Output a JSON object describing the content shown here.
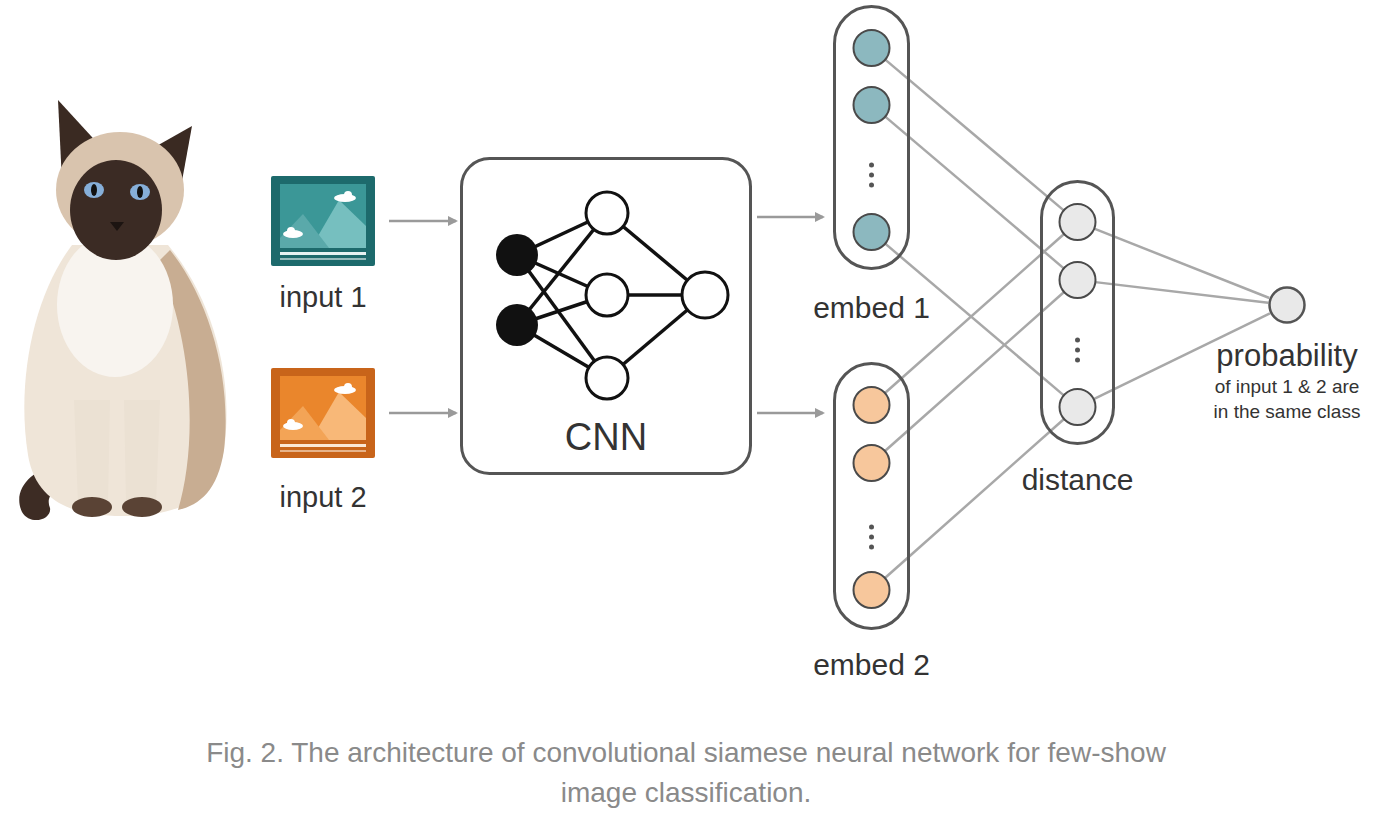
{
  "diagram": {
    "caption": "Fig. 2. The architecture of convolutional siamese neural network for few-show image classification.",
    "nodes": [
      {
        "text": [
          "input 1"
        ]
      },
      {
        "text": [
          "input 2"
        ]
      },
      {
        "text": [
          "CNN"
        ]
      },
      {
        "text": [
          "embed 1"
        ]
      },
      {
        "text": [
          "embed 2"
        ]
      },
      {
        "text": [
          "distance"
        ]
      },
      {
        "text": [
          "probability",
          "of input 1 & 2 are in the same class"
        ]
      }
    ],
    "edges": [
      {
        "from": 0,
        "to": 2,
        "arrow": "to"
      },
      {
        "from": 1,
        "to": 2,
        "arrow": "to"
      },
      {
        "from": 2,
        "to": 3,
        "arrow": "to"
      },
      {
        "from": 2,
        "to": 4,
        "arrow": "to"
      },
      {
        "from": 3,
        "to": 5,
        "arrow": "none"
      },
      {
        "from": 4,
        "to": 5,
        "arrow": "none"
      },
      {
        "from": 5,
        "to": 6,
        "arrow": "none"
      }
    ]
  }
}
